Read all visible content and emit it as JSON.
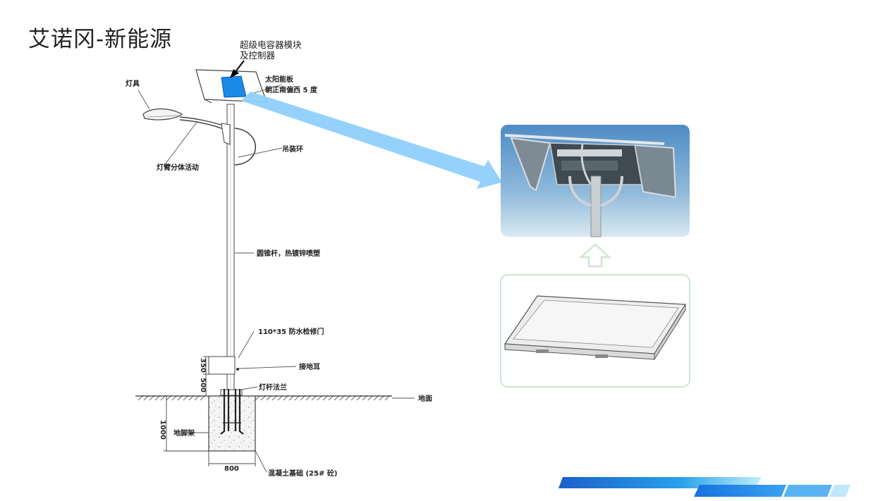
{
  "title": "艾诺冈-新能源",
  "callout": {
    "line1": "超级电容器模块",
    "line2": "及控制器"
  },
  "labels": {
    "solar_panel_1": "太阳能板",
    "solar_panel_2": "朝正南偏西 5 度",
    "lamp": "灯具",
    "lamp_arm": "灯臂分体活动",
    "hanging_ring": "吊装环",
    "pole": "圆锥杆，热镀锌喷塑",
    "door": "110*35 防水检修门",
    "ground_lug": "接地耳",
    "flange": "灯杆法兰",
    "ground": "地面",
    "anchor": "地脚架",
    "foundation": "混凝土基础 (25# 砼)"
  },
  "dimensions": {
    "d350": "350",
    "d500": "500",
    "d1000": "1000",
    "d800": "800"
  },
  "colors": {
    "module_blue": "#1a8ae6",
    "arrow_blue": "#8fd0fb",
    "photo_sky": "#5d97c8",
    "frame_green": "#cfe6cf",
    "stripe_dark": "#1f6fd1",
    "stripe_light": "#a9e3fb"
  }
}
